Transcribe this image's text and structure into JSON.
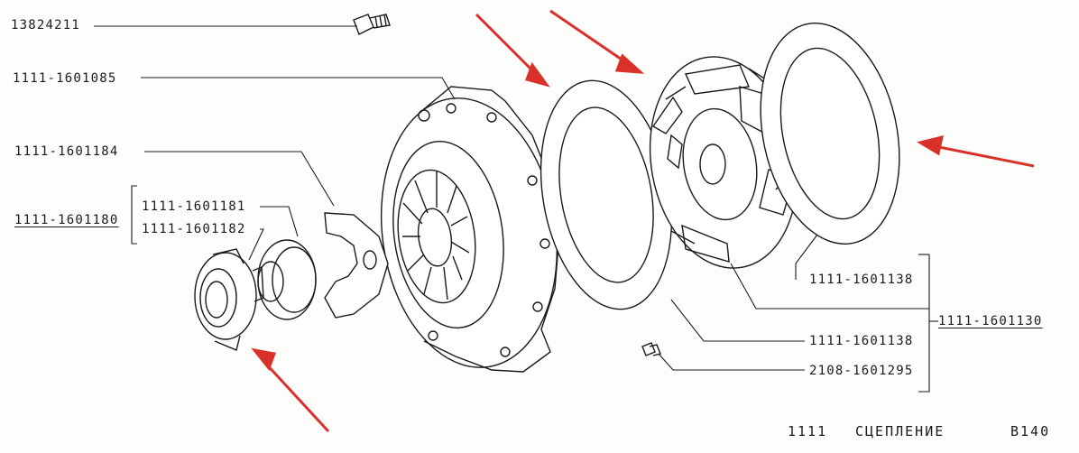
{
  "labels": {
    "p13824211": "13824211",
    "p1601085": "1111-1601085",
    "p1601184": "1111-1601184",
    "p1601180": "1111-1601180",
    "p1601181": "1111-1601181",
    "p1601182": "1111-1601182",
    "p1601138_upper": "1111-1601138",
    "p1601130": "1111-1601130",
    "p1601138_lower": "1111-1601138",
    "p2108_1601295": "2108-1601295"
  },
  "footer": {
    "model": "1111",
    "title": "СЦЕПЛЕНИЕ",
    "code": "B140"
  },
  "colors": {
    "ink": "#1a1a1a",
    "arrow": "#d9302a",
    "paper": "#fdfdfb"
  }
}
